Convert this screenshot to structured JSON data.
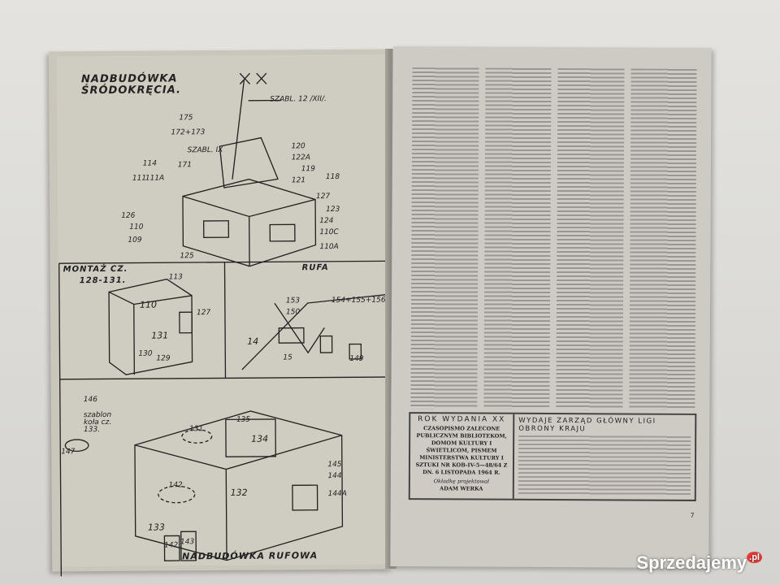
{
  "left_page": {
    "section_top": {
      "title_line1": "NADBUDÓWKA",
      "title_line2": "ŚRÓDOKRĘCIA.",
      "mast_label": "SZABL. 12 /XII/.",
      "template_label": "SZABL. IX",
      "parts_left": [
        "175",
        "172+173",
        "171",
        "114",
        "111",
        "111A",
        "126",
        "110",
        "109",
        "125"
      ],
      "parts_right": [
        "120",
        "122A",
        "119",
        "121",
        "118",
        "127",
        "123",
        "124",
        "110C",
        "110A"
      ]
    },
    "section_montaz": {
      "title_line1": "MONTAŻ CZ.",
      "title_line2": "128-131.",
      "parts": [
        "113",
        "110",
        "127",
        "131",
        "130",
        "129"
      ]
    },
    "section_rufa": {
      "title": "RUFA",
      "parts": [
        "153",
        "150",
        "154+155+156",
        "14",
        "15",
        "149"
      ]
    },
    "section_bottom": {
      "title": "NADBUDÓWKA RUFOWA",
      "template_label_1": "szablon",
      "template_label_2": "koła cz.",
      "template_label_3": "133.",
      "parts": [
        "146",
        "147",
        "131",
        "135",
        "134",
        "142",
        "132",
        "145",
        "144",
        "144A",
        "133",
        "142",
        "143"
      ]
    }
  },
  "right_page": {
    "info_box": {
      "left_heading": "ROK WYDANIA XX",
      "left_text": "CZASOPISMO ZALECONE PUBLICZNYM BIBLIOTEKOM, DOMOM KULTURY I ŚWIETLICOM, PISMEM MINISTERSTWA KULTURY I SZTUKI NR KOB-IV-5—48/64 Z DN. 6 LISTOPADA 1964 R.",
      "cover_credit_label": "Okładkę projektował",
      "cover_credit_name": "ADAM WERKA",
      "right_heading": "WYDAJE ZARZĄD GŁÓWNY LIGI OBRONY KRAJU"
    },
    "page_number": "7"
  },
  "watermark": {
    "text": "Sprzedajemy",
    "suffix": ".pl"
  }
}
